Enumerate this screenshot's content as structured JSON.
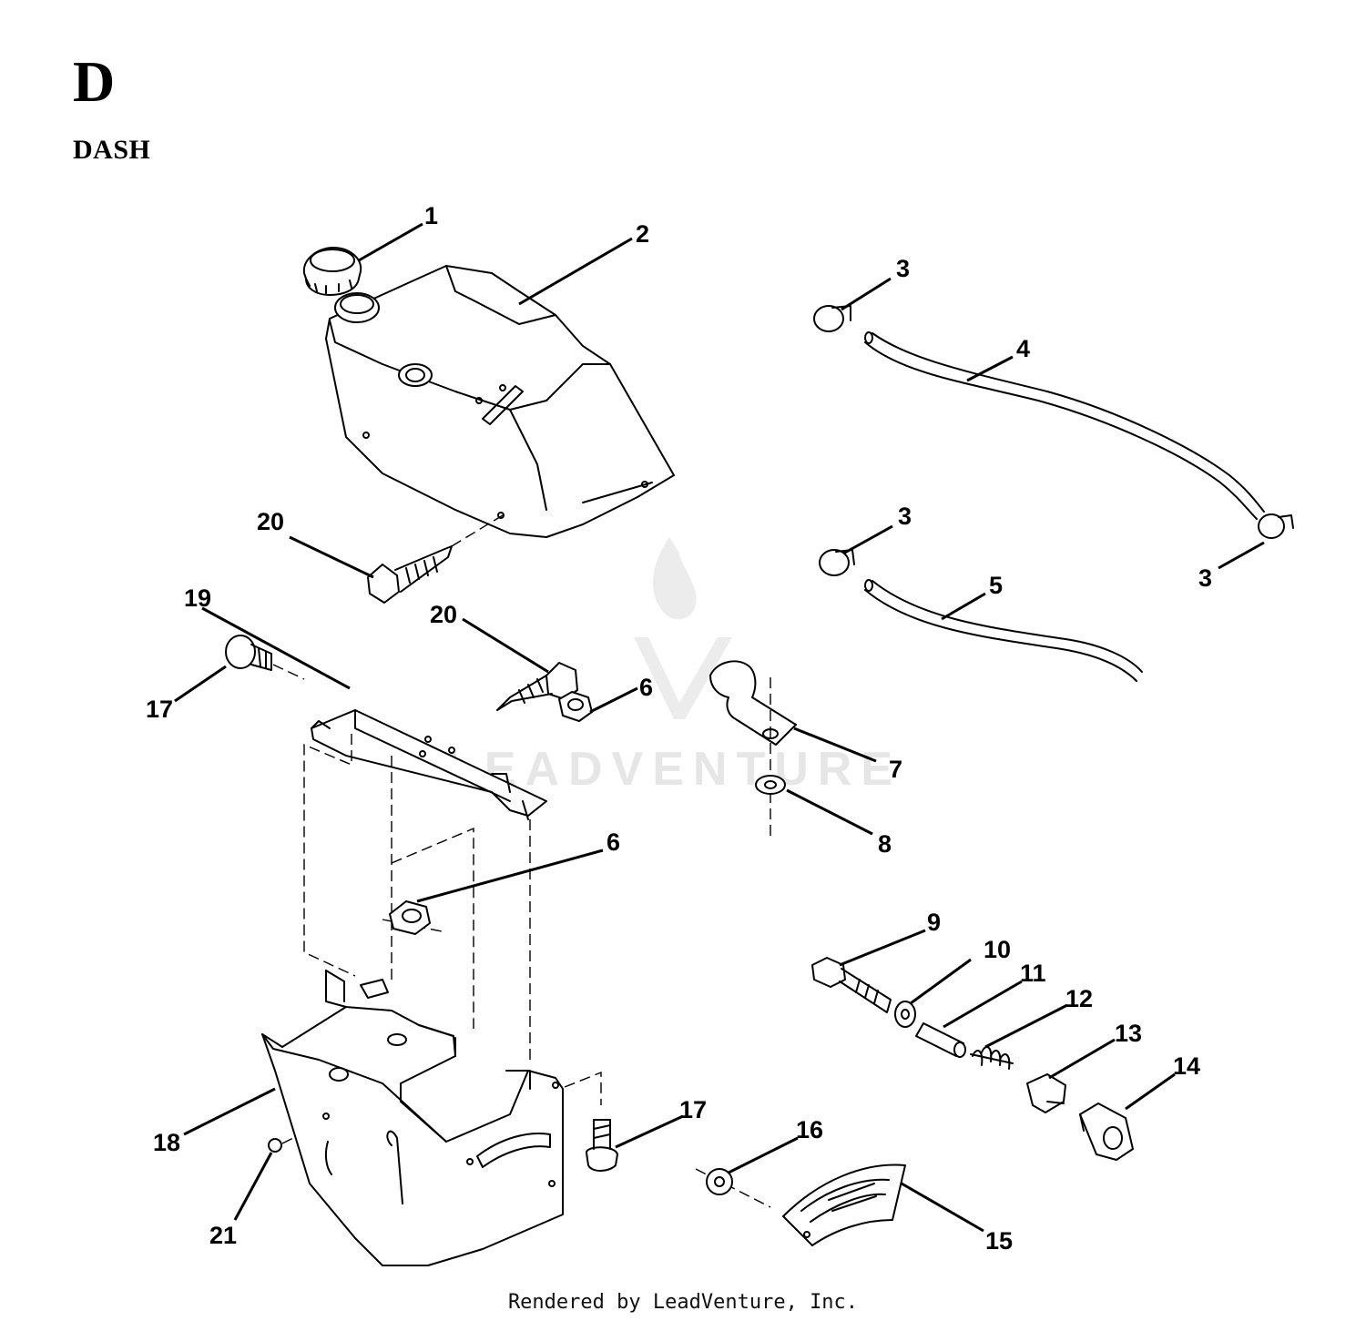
{
  "section": {
    "letter": "D",
    "title": "DASH"
  },
  "footer": "Rendered by LeadVenture, Inc.",
  "watermark": {
    "text": "LEADVENTURE",
    "color": "#e6e6e6",
    "icon": "flame-v-logo-icon"
  },
  "callouts": [
    "1",
    "2",
    "3",
    "4",
    "3",
    "3",
    "5",
    "20",
    "19",
    "20",
    "17",
    "6",
    "7",
    "8",
    "6",
    "9",
    "10",
    "11",
    "12",
    "13",
    "14",
    "17",
    "16",
    "18",
    "21",
    "15"
  ]
}
